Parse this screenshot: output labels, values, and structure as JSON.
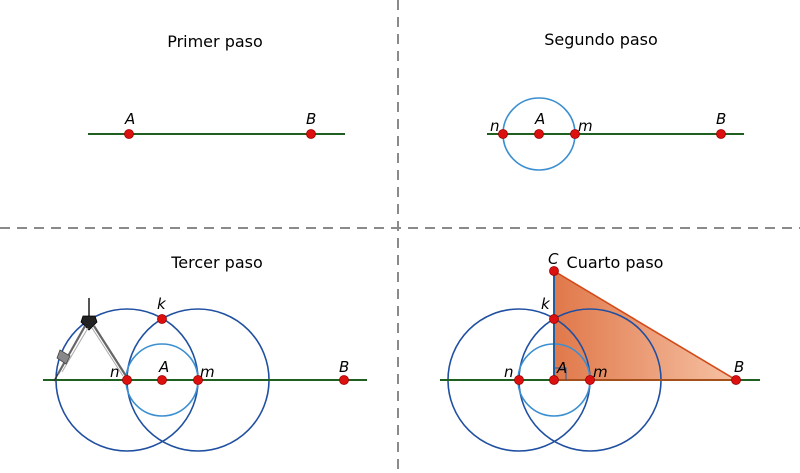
{
  "panels": {
    "p1": {
      "title": "Primer paso"
    },
    "p2": {
      "title": "Segundo paso"
    },
    "p3": {
      "title": "Tercer paso"
    },
    "p4": {
      "title": "Cuarto paso"
    }
  },
  "labels": {
    "A": "A",
    "B": "B",
    "n": "n",
    "m": "m",
    "k": "k",
    "C": "C"
  },
  "colors": {
    "line": "#1f5f1f",
    "circle_dark": "#1f4fa0",
    "circle_light": "#3b8fd0",
    "point": "#dd1010",
    "triangle_fill": "#e8825a",
    "triangle_edge": "#d24a1a",
    "divider": "#8a8a8a"
  }
}
